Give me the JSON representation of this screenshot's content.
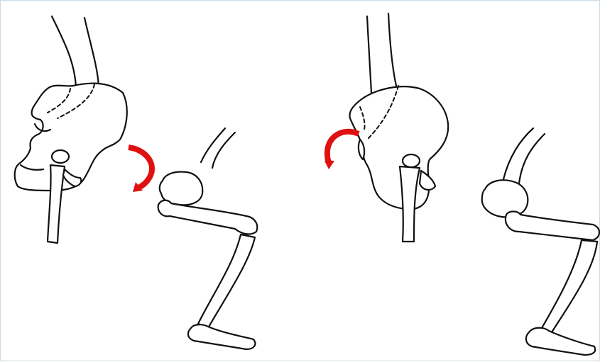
{
  "figure": {
    "panels": [
      {
        "id": "left",
        "arrow_direction": "clockwise"
      },
      {
        "id": "right",
        "arrow_direction": "counter-clockwise"
      }
    ],
    "colors": {
      "outline": "#111111",
      "arrow": "#e01010",
      "frame_border": "#c9dbe6",
      "background": "#ffffff"
    }
  }
}
